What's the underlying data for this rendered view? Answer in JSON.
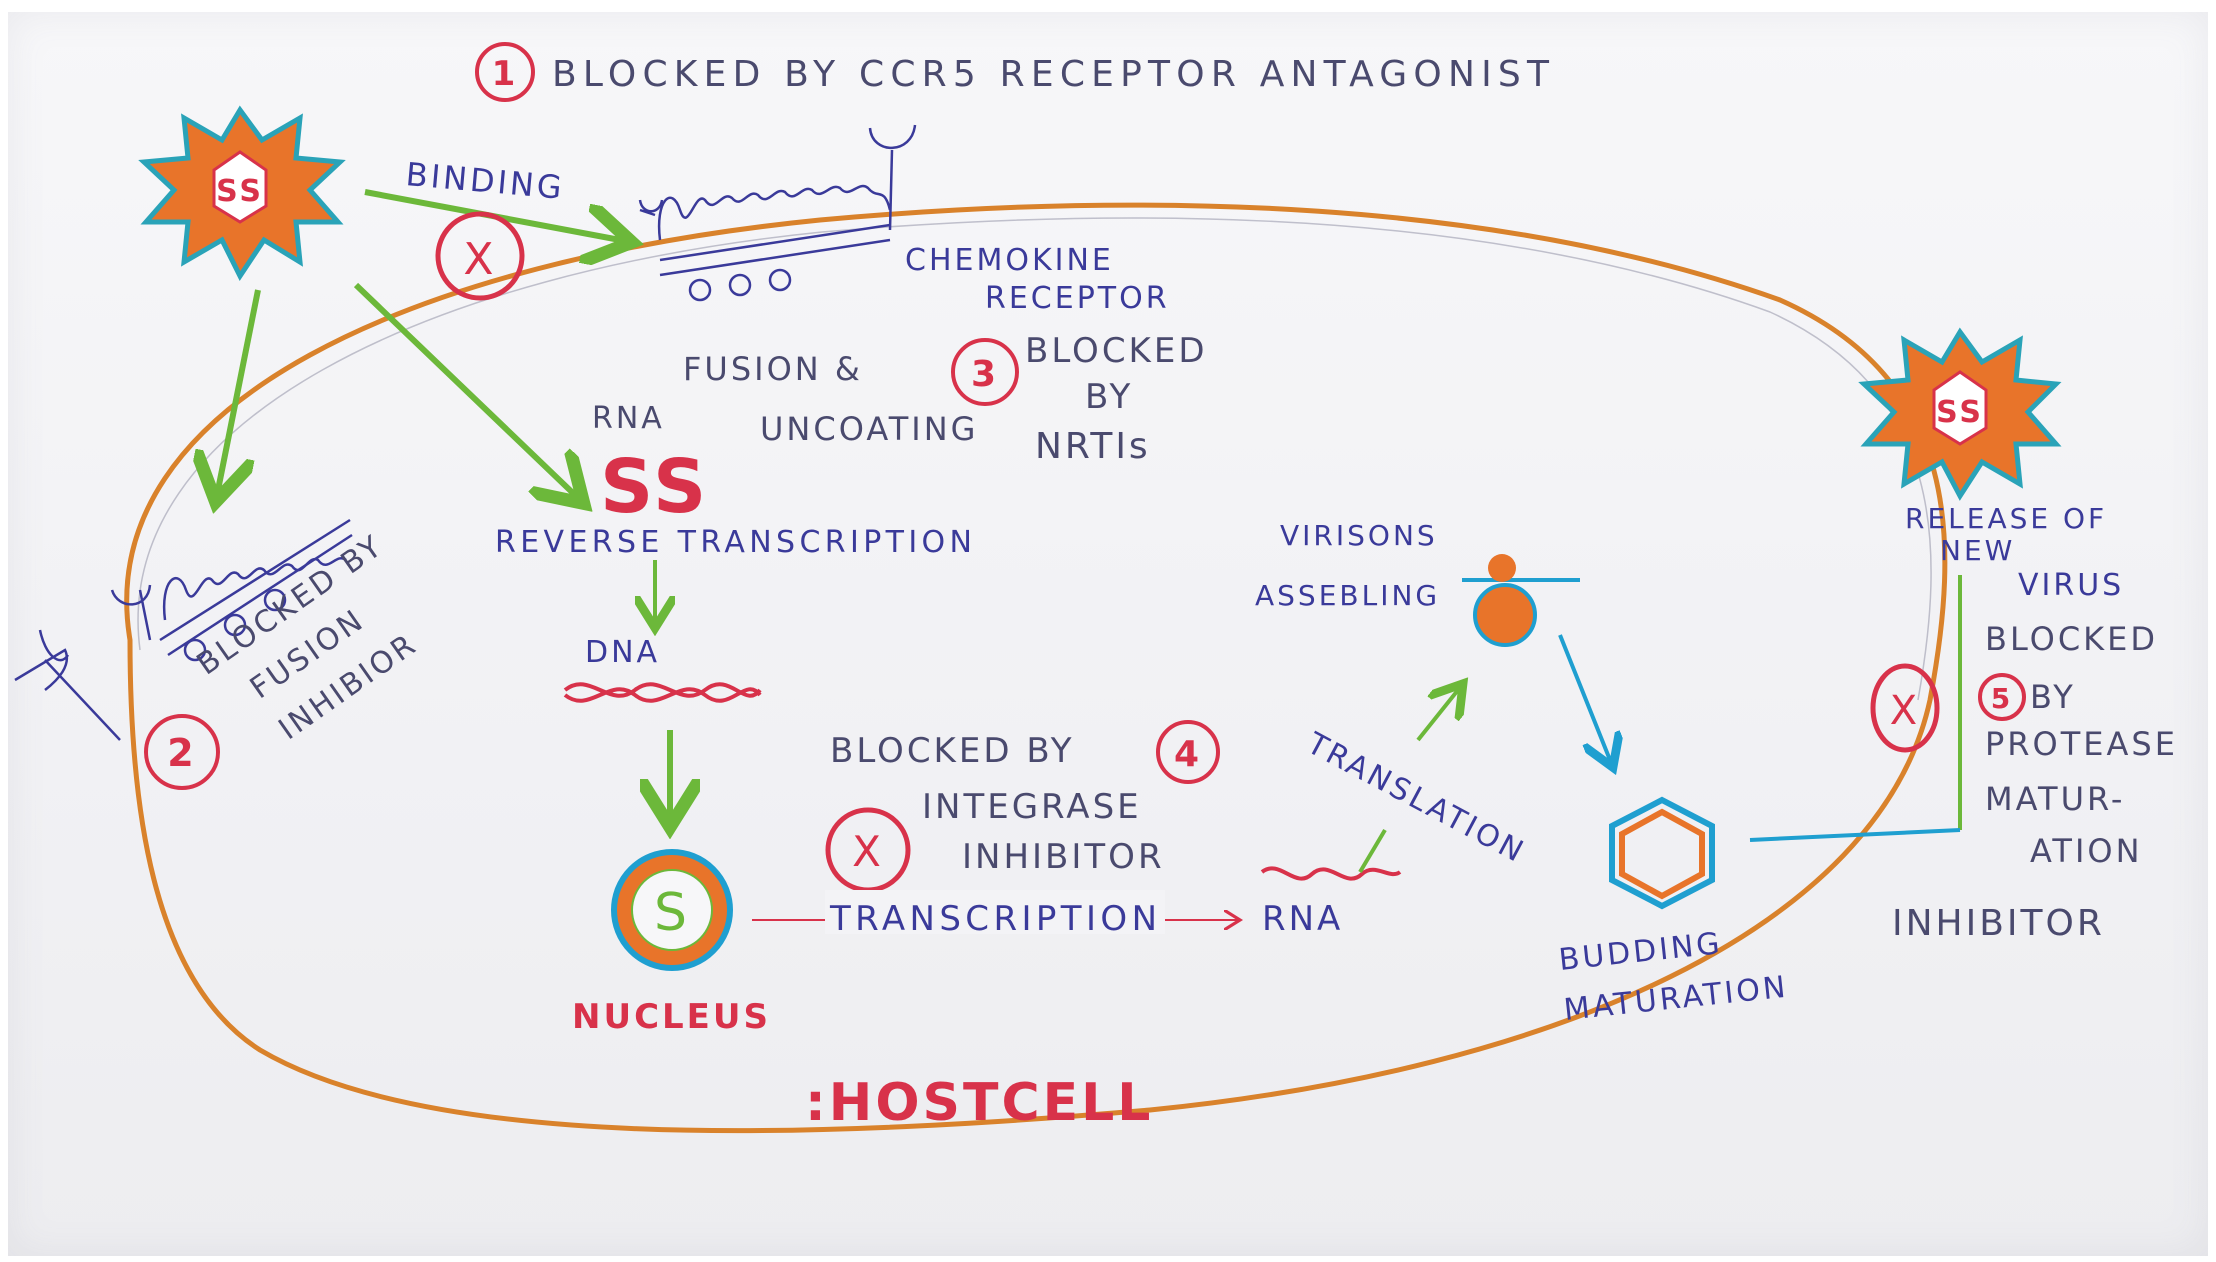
{
  "colors": {
    "cell_membrane": "#d9822b",
    "arrow_green": "#6cb83a",
    "arrow_blue": "#1f9fd0",
    "ink_blue": "#3a3a9a",
    "ink_red": "#d8324a",
    "virus_orange": "#e8742a",
    "virus_teal": "#2aa3b8"
  },
  "labels": {
    "step1_number": "1",
    "step1_text": "BLOCKED BY CCR5 RECEPTOR ANTAGONIST",
    "binding": "BINDING",
    "chemokine_receptor_line1": "CHEMOKINE",
    "chemokine_receptor_line2": "RECEPTOR",
    "fusion_uncoating_line1": "FUSION &",
    "fusion_uncoating_line2": "UNCOATING",
    "step3_number": "3",
    "step3_line1": "BLOCKED",
    "step3_line2": "BY",
    "step3_line3": "NRTIs",
    "rna_top": "RNA",
    "ss_rna": "SS",
    "reverse_transcription": "REVERSE TRANSCRIPTION",
    "dna": "DNA",
    "step2_number": "2",
    "step2_line1": "BLOCKED BY",
    "step2_line2": "FUSION",
    "step2_line3": "INHIBIOR",
    "nucleus": "NUCLEUS",
    "nucleus_glyph": "S",
    "step4_line1": "BLOCKED BY",
    "step4_number": "4",
    "step4_line2": "INTEGRASE",
    "step4_line3": "INHIBITOR",
    "transcription": "TRANSCRIPTION",
    "rna_mid": "RNA",
    "translation": "TRANSLATION",
    "virions_line1": "VIRISONS",
    "virions_line2": "ASSEBLING",
    "budding_line1": "BUDDING",
    "budding_line2": "MATURATION",
    "release_line1": "RELEASE OF",
    "release_line2": "NEW",
    "release_line3": "VIRUS",
    "step5_line1": "BLOCKED",
    "step5_number": "5",
    "step5_line2": "BY",
    "step5_line3": "PROTEASE",
    "step5_line4": "MATUR-",
    "step5_line5": "ATION",
    "step5_line6": "INHIBITOR",
    "host_cell": ":HOSTCELL",
    "virus_glyph": "SS",
    "x_mark": "X"
  }
}
